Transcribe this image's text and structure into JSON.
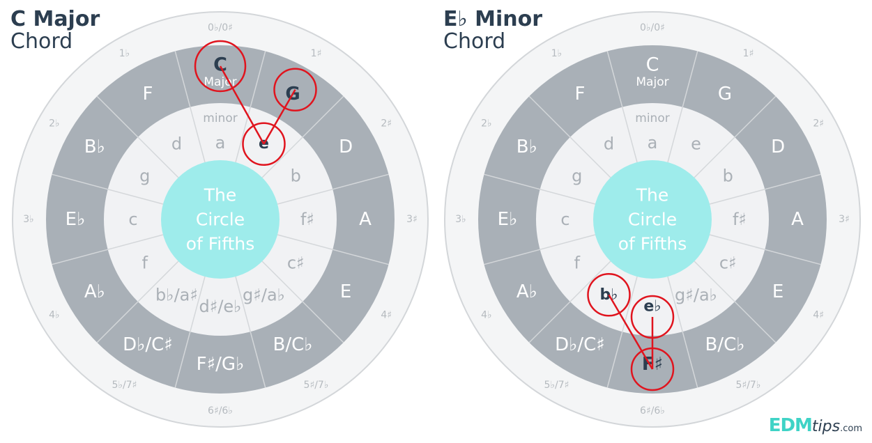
{
  "titles": [
    {
      "bold": "C Major",
      "regular": "Chord"
    },
    {
      "bold": "E♭ Minor",
      "regular": "Chord"
    }
  ],
  "center_text": [
    "The",
    "Circle",
    "of Fifths"
  ],
  "ring_labels": {
    "major": "Major",
    "minor": "minor"
  },
  "signatures": [
    "0♭/0♯",
    "1♯",
    "2♯",
    "3♯",
    "4♯",
    "5♯/7♭",
    "6♯/6♭",
    "5♭/7♯",
    "4♭",
    "3♭",
    "2♭",
    "1♭"
  ],
  "wheels": [
    {
      "majors": [
        "C",
        "G",
        "D",
        "A",
        "E",
        "B/C♭",
        "F♯/G♭",
        "D♭/C♯",
        "A♭",
        "E♭",
        "B♭",
        "F"
      ],
      "minors": [
        "a",
        "e",
        "b",
        "f♯",
        "c♯",
        "g♯/a♭",
        "d♯/e♭",
        "b♭/a♯",
        "f",
        "c",
        "g",
        "d"
      ],
      "highlights": [
        {
          "ring": "major",
          "index": 0
        },
        {
          "ring": "major",
          "index": 1
        },
        {
          "ring": "minor",
          "index": 1
        }
      ],
      "links": [
        [
          0,
          2
        ],
        [
          1,
          2
        ]
      ]
    },
    {
      "majors": [
        "C",
        "G",
        "D",
        "A",
        "E",
        "B/C♭",
        "F♯",
        "D♭/C♯",
        "A♭",
        "E♭",
        "B♭",
        "F"
      ],
      "minors": [
        "a",
        "e",
        "b",
        "f♯",
        "c♯",
        "g♯/a♭",
        "e♭",
        "b♭",
        "f",
        "c",
        "g",
        "d"
      ],
      "highlights": [
        {
          "ring": "minor",
          "index": 7
        },
        {
          "ring": "minor",
          "index": 6
        },
        {
          "ring": "major",
          "index": 6
        }
      ],
      "links": [
        [
          0,
          2
        ],
        [
          1,
          2
        ]
      ]
    }
  ],
  "colors": {
    "major_ring": "#a9b0b7",
    "minor_ring": "#f1f2f4",
    "outer_ring": "#f4f5f6",
    "center": "#9eeceb",
    "highlight": "#e0141e",
    "dark_text": "#2c3e50",
    "minor_text": "#aab0b6"
  },
  "logo": {
    "brand": "EDM",
    "tips": "tips",
    "domain": ".com"
  }
}
